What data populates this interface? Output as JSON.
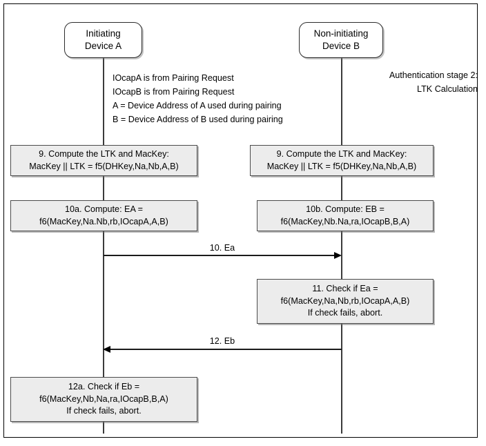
{
  "diagram": {
    "stage_note": {
      "line1": "Authentication stage 2:",
      "line2": "LTK Calculation"
    },
    "legend": {
      "line1": "IOcapA is from Pairing Request",
      "line2": "IOcapB is from Pairing Request",
      "line3": "A = Device Address of A used during pairing",
      "line4": "B = Device Address of B used during pairing"
    },
    "actors": [
      {
        "id": "device-a",
        "line1": "Initiating",
        "line2": "Device A"
      },
      {
        "id": "device-b",
        "line1": "Non-initiating",
        "line2": "Device B"
      }
    ],
    "steps": [
      {
        "id": "step-9a",
        "line1": "9. Compute the LTK and MacKey:",
        "line2": "MacKey || LTK = f5(DHKey,Na,Nb,A,B)",
        "line3": ""
      },
      {
        "id": "step-9b",
        "line1": "9. Compute the LTK and MacKey:",
        "line2": "MacKey || LTK = f5(DHKey,Na,Nb,A,B)",
        "line3": ""
      },
      {
        "id": "step-10a",
        "line1": "10a. Compute: EA =",
        "line2": "f6(MacKey,Na.Nb,rb,IOcapA,A,B)",
        "line3": ""
      },
      {
        "id": "step-10b",
        "line1": "10b. Compute: EB =",
        "line2": "f6(MacKey,Nb.Na,ra,IOcapB,B,A)",
        "line3": ""
      },
      {
        "id": "step-11",
        "line1": "11. Check if Ea =",
        "line2": "f6(MacKey,Na,Nb,rb,IOcapA,A,B)",
        "line3": "If check fails, abort."
      },
      {
        "id": "step-12a",
        "line1": "12a. Check if Eb =",
        "line2": "f6(MacKey,Nb,Na,ra,IOcapB,B,A)",
        "line3": "If check fails, abort."
      }
    ],
    "messages": [
      {
        "id": "message-10-ea",
        "label": "10. Ea",
        "direction": "a-to-b"
      },
      {
        "id": "message-12-eb",
        "label": "12. Eb",
        "direction": "b-to-a"
      }
    ],
    "colors": {
      "box_fill": "#ececec",
      "box_border": "#4a4a4a",
      "line": "#1a1a1a",
      "frame": "#000000",
      "background": "#ffffff"
    }
  }
}
